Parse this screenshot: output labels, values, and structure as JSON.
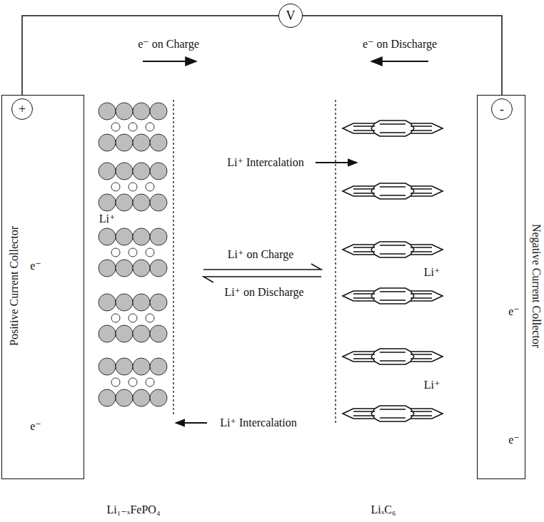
{
  "diagram": {
    "nodes": [
      {
        "text": [
          "Positive Current Collector"
        ]
      },
      {
        "text": [
          "+"
        ],
        "in": 0
      },
      {
        "text": [
          "Negative Current Collector"
        ]
      },
      {
        "text": [
          "-"
        ],
        "in": 2
      },
      {
        "text": [
          "V"
        ]
      }
    ],
    "edges": [
      {
        "from": 0,
        "to": 4,
        "arrow": "none"
      },
      {
        "from": 4,
        "to": 2,
        "arrow": "none"
      }
    ],
    "labels": [
      "e⁻ on Charge",
      "e⁻ on Discharge",
      "Li⁺ Intercalation",
      "e⁻",
      "Li⁺",
      "Li⁺ on Charge",
      "Li⁺ on Discharge",
      "Li⁺",
      "e⁻",
      "e⁻",
      "Li⁺ Intercalation",
      "Li⁺",
      "e⁻",
      "Li₁₋ₓFePO₄",
      "LiₓC₆"
    ]
  }
}
